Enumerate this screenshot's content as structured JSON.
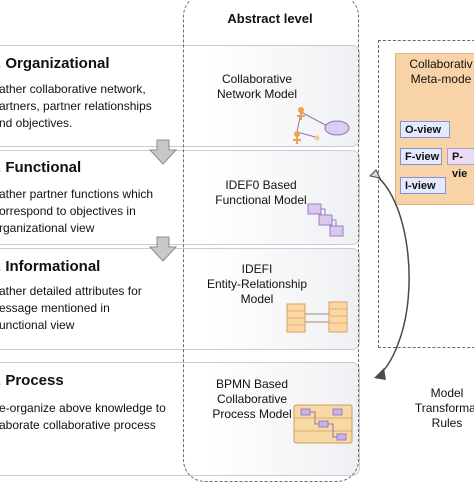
{
  "abstract_level": {
    "title": "Abstract level"
  },
  "stages": [
    {
      "id": "organizational",
      "title": ". Organizational",
      "desc": [
        "ather collaborative network,",
        "artners, partner relationships",
        "nd objectives."
      ],
      "model": [
        "Collaborative",
        "Network Model"
      ]
    },
    {
      "id": "functional",
      "title": ". Functional",
      "desc": [
        "ather partner functions which",
        "orrespond to objectives in",
        "rganizational view"
      ],
      "model": [
        "IDEF0 Based",
        "Functional Model"
      ]
    },
    {
      "id": "informational",
      "title": ". Informational",
      "desc": [
        "ather detailed attributes for",
        "essage mentioned in",
        "unctional view"
      ],
      "model": [
        "IDEFI",
        "Entity-Relationship",
        "Model"
      ]
    },
    {
      "id": "process",
      "title": ". Process",
      "desc": [
        "e-organize above knowledge to",
        "aborate collaborative process"
      ],
      "model": [
        "BPMN Based",
        "Collaborative",
        "Process Model"
      ]
    }
  ],
  "meta_model": {
    "title": [
      "Collaborativ",
      "Meta-mode"
    ],
    "views": {
      "o": "O-view",
      "f": "F-view",
      "p": "P-vie",
      "i": "I-view"
    }
  },
  "transformation": {
    "label": [
      "Model",
      "Transformat",
      "Rules"
    ]
  },
  "colors": {
    "meta_panel": "#f9d3a8",
    "view_blue": "#e4e9ff",
    "view_purple": "#eadcf5",
    "idef0_box": "#d9c9ef",
    "er_box": "#fbd7a6",
    "bpmn_box": "#f6d9a4",
    "bpmn_inner": "#c9b2ea",
    "network_node": "#dccdf2"
  }
}
